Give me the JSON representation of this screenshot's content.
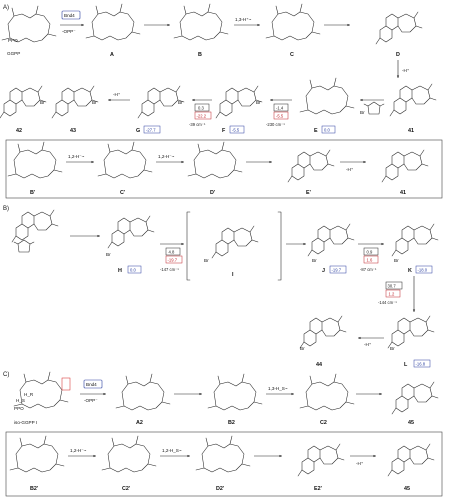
{
  "sections": {
    "a": "A)",
    "b": "B)",
    "c": "C)"
  },
  "colors": {
    "enzyme": "#2a3fa0",
    "energy_blue": "#2a3fa0",
    "energy_red": "#c0262d",
    "energy_black": "#222222",
    "hydrogen_purple": "#8a2fc4",
    "hydrogen_red": "#d11f1f",
    "hydrogen_blue": "#2a3fa0"
  },
  "row_a1": {
    "enzyme": "Bnd4",
    "loss": "-OPP⁻",
    "shift": "1,3-H⁺~",
    "loss_h": "-H⁺",
    "labels": [
      "GGPP",
      "A",
      "B",
      "C",
      "D"
    ],
    "ppo": "PPO"
  },
  "row_a2": {
    "labels": [
      "42",
      "43",
      "G",
      "F",
      "E",
      "41"
    ],
    "minus_h": "-H⁺",
    "energies": {
      "G": "-27.7",
      "F": "-5.5",
      "E": "0.0",
      "TS_GF": "0.3",
      "TS_GF_rel": "-22.2",
      "TS_GF_freq": "-39 cm⁻¹",
      "TS_FE": "-1.4",
      "TS_FE_rel": "-5.5",
      "TS_FE_freq": "-230 cm⁻¹"
    },
    "br": "Br",
    "nbs_br": "Br"
  },
  "row_a3": {
    "labels": [
      "B'",
      "C'",
      "D'",
      "E'",
      "41"
    ],
    "shift1": "1,2-H⁻~",
    "shift2": "1,2-H⁻~",
    "minus_h": "-H⁺"
  },
  "row_b1": {
    "labels": [
      "H",
      "I",
      "J",
      "K"
    ],
    "energies": {
      "H": "0.0",
      "TS_HI": "4.8",
      "TS_HI_rel": "-19.7",
      "TS_HI_freq": "-147 cm⁻¹",
      "J": "-19.7",
      "TS_JK": "0.9",
      "TS_JK_rel": "1.6",
      "TS_JK_freq": "-87 cm⁻¹",
      "K": "-18.0"
    },
    "br": "Br"
  },
  "row_b2": {
    "labels": [
      "44",
      "L"
    ],
    "energies": {
      "TS_KL": "30.7",
      "TS_KL_rel": "1.2",
      "TS_KL_freq": "-144 cm⁻¹",
      "L": "-16.8"
    },
    "minus_h": "-H⁺",
    "br": "Br"
  },
  "row_c1": {
    "enzyme": "Bnd4",
    "loss": "-OPP⁻",
    "shift": "1,3-H_S~",
    "labels": [
      "iso-GGPP I",
      "A2",
      "B2",
      "C2",
      "45"
    ],
    "ppo": "PPO",
    "hs": "H_S",
    "hr": "H_R"
  },
  "row_c2": {
    "labels": [
      "B2'",
      "C2'",
      "D2'",
      "E2'",
      "45"
    ],
    "shift1": "1,2-H⁻~",
    "shift2": "1,2-H_S~",
    "minus_h": "-H⁺"
  }
}
